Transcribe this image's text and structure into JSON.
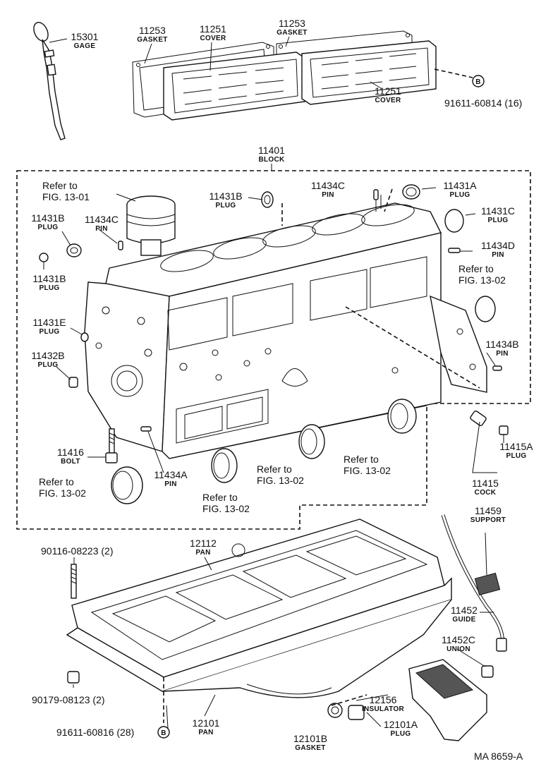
{
  "labels": [
    {
      "id": "gage",
      "num": "15301",
      "sub": "GAGE"
    },
    {
      "id": "gasket-left",
      "num": "11253",
      "sub": "GASKET"
    },
    {
      "id": "cover-top",
      "num": "11251",
      "sub": "COVER"
    },
    {
      "id": "gasket-right",
      "num": "11253",
      "sub": "GASKET"
    },
    {
      "id": "cover-bottom",
      "num": "11251",
      "sub": "COVER"
    },
    {
      "id": "block",
      "num": "11401",
      "sub": "BLOCK"
    },
    {
      "id": "plug-11431b-top",
      "num": "11431B",
      "sub": "PLUG"
    },
    {
      "id": "pin-11434c-top",
      "num": "11434C",
      "sub": "PIN"
    },
    {
      "id": "plug-11431a",
      "num": "11431A",
      "sub": "PLUG"
    },
    {
      "id": "plug-11431b-left",
      "num": "11431B",
      "sub": "PLUG"
    },
    {
      "id": "pin-11434c-left",
      "num": "11434C",
      "sub": "PIN"
    },
    {
      "id": "plug-11431c",
      "num": "11431C",
      "sub": "PLUG"
    },
    {
      "id": "pin-11434d",
      "num": "11434D",
      "sub": "PIN"
    },
    {
      "id": "plug-11431b-low",
      "num": "11431B",
      "sub": "PLUG"
    },
    {
      "id": "plug-11431e",
      "num": "11431E",
      "sub": "PLUG"
    },
    {
      "id": "pin-11434b",
      "num": "11434B",
      "sub": "PIN"
    },
    {
      "id": "plug-11432b",
      "num": "11432B",
      "sub": "PLUG"
    },
    {
      "id": "bolt-11416",
      "num": "11416",
      "sub": "BOLT"
    },
    {
      "id": "pin-11434a",
      "num": "11434A",
      "sub": "PIN"
    },
    {
      "id": "plug-11415a",
      "num": "11415A",
      "sub": "PLUG"
    },
    {
      "id": "cock-11415",
      "num": "11415",
      "sub": "COCK"
    },
    {
      "id": "support-11459",
      "num": "11459",
      "sub": "SUPPORT"
    },
    {
      "id": "pan-12112",
      "num": "12112",
      "sub": "PAN"
    },
    {
      "id": "guide-11452",
      "num": "11452",
      "sub": "GUIDE"
    },
    {
      "id": "union-11452c",
      "num": "11452C",
      "sub": "UNION"
    },
    {
      "id": "insulator-12156",
      "num": "12156",
      "sub": "INSULATOR"
    },
    {
      "id": "pan-12101",
      "num": "12101",
      "sub": "PAN"
    },
    {
      "id": "gasket-12101b",
      "num": "12101B",
      "sub": "GASKET"
    },
    {
      "id": "plug-12101a",
      "num": "12101A",
      "sub": "PLUG"
    }
  ],
  "refers": [
    {
      "id": "ref-1301",
      "line1": "Refer to",
      "line2": "FIG. 13-01"
    },
    {
      "id": "ref-1302-right",
      "line1": "Refer to",
      "line2": "FIG. 13-02"
    },
    {
      "id": "ref-1302-mid-right",
      "line1": "Refer to",
      "line2": "FIG. 13-02"
    },
    {
      "id": "ref-1302-mid",
      "line1": "Refer to",
      "line2": "FIG. 13-02"
    },
    {
      "id": "ref-1302-low",
      "line1": "Refer to",
      "line2": "FIG. 13-02"
    },
    {
      "id": "ref-1302-left",
      "line1": "Refer to",
      "line2": "FIG. 13-02"
    }
  ],
  "notes": [
    {
      "id": "bolt-91611-60814",
      "text": "91611-60814 (16)"
    },
    {
      "id": "stud-90116-08223",
      "text": "90116-08223 (2)"
    },
    {
      "id": "nut-90179-08123",
      "text": "90179-08123 (2)"
    },
    {
      "id": "bolt-91611-60816",
      "text": "91611-60816 (28)"
    },
    {
      "id": "figure-code",
      "text": "MA  8659-A"
    }
  ],
  "markers": {
    "b_symbol": "B"
  }
}
